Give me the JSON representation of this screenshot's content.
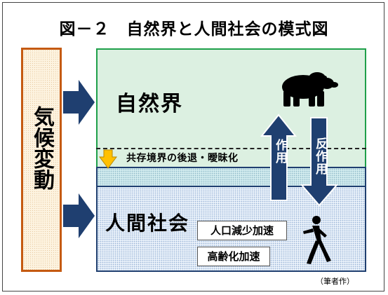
{
  "title": "図－２　自然界と人間社会の模式図",
  "climate_change": "気候変動",
  "nature": "自然界",
  "human_society": "人間社会",
  "coexistence_boundary": "共存境界の後退・曖昧化",
  "action": "作用",
  "reaction": "反作用",
  "population_decline": "人口減少加速",
  "aging": "高齢化加速",
  "source": "（筆者作）",
  "icons": [
    "bear-icon",
    "walking-person-icon",
    "down-arrow-icon"
  ],
  "colors": {
    "navy": "#1f3f70",
    "nature_green": "#1fa04a",
    "climate_orange": "#c55a11",
    "warning_yellow": "#ffc000"
  }
}
